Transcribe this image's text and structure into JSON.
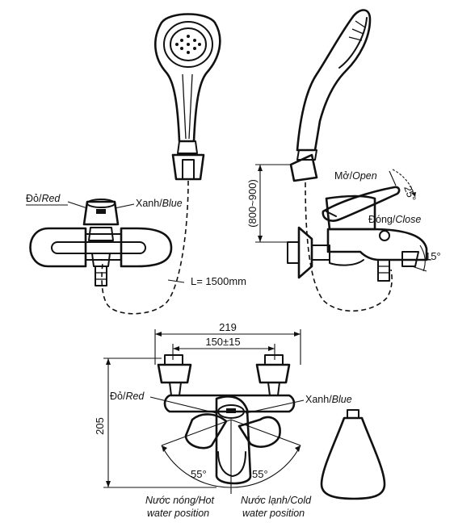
{
  "labels": {
    "red_vi": "Đỏ/",
    "red_en": "Red",
    "blue_vi": "Xanh/",
    "blue_en": "Blue",
    "hose_length": "L= 1500mm",
    "open_vi": "Mở/",
    "open_en": "Open",
    "close_vi": "Đóng/",
    "close_en": "Close",
    "height_range": "(800~900)",
    "angle_25": "25°",
    "angle_15": "15°",
    "width_total": "219",
    "width_centers": "150±15",
    "height_total": "205",
    "angle_left": "55°",
    "angle_right": "55°",
    "hot_line1": "Nước nóng/Hot",
    "hot_line2": "water position",
    "cold_line1": "Nước lạnh/Cold",
    "cold_line2": "water position"
  }
}
